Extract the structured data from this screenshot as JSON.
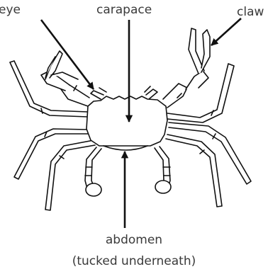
{
  "labels": {
    "eye": "eye",
    "carapace": "carapace",
    "claw": "claw",
    "abdomen": "abdomen",
    "abdomen_note": "(tucked underneath)"
  }
}
